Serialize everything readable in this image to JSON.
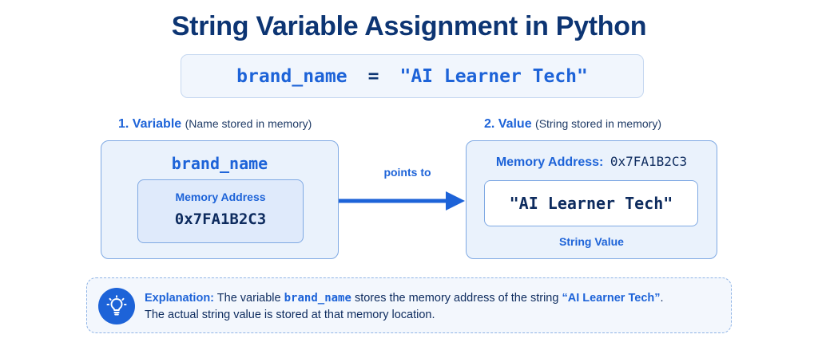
{
  "title": "String Variable Assignment in Python",
  "code": {
    "variable": "brand_name",
    "operator": "=",
    "value": "\"AI Learner Tech\""
  },
  "variable_section": {
    "label": "1. Variable",
    "sublabel": "(Name stored in memory)",
    "name": "brand_name",
    "address_label": "Memory Address",
    "address_value": "0x7FA1B2C3"
  },
  "arrow": {
    "label": "points to"
  },
  "value_section": {
    "label": "2. Value",
    "sublabel": "(String stored in memory)",
    "memory_label": "Memory Address:",
    "memory_value": "0x7FA1B2C3",
    "string": "\"AI Learner Tech\"",
    "caption": "String Value"
  },
  "explanation": {
    "icon": "lightbulb-icon",
    "label": "Explanation:",
    "text_1": "The variable",
    "code": "brand_name",
    "text_2": "stores the memory address of the string",
    "string": "“AI Learner Tech”",
    "text_3": ".",
    "line_2": "The actual string value is stored at that memory location."
  },
  "colors": {
    "primary": "#1d63d8",
    "dark": "#0d3573",
    "panel_bg": "#eaf2fc",
    "panel_border": "#7fa9e3"
  }
}
